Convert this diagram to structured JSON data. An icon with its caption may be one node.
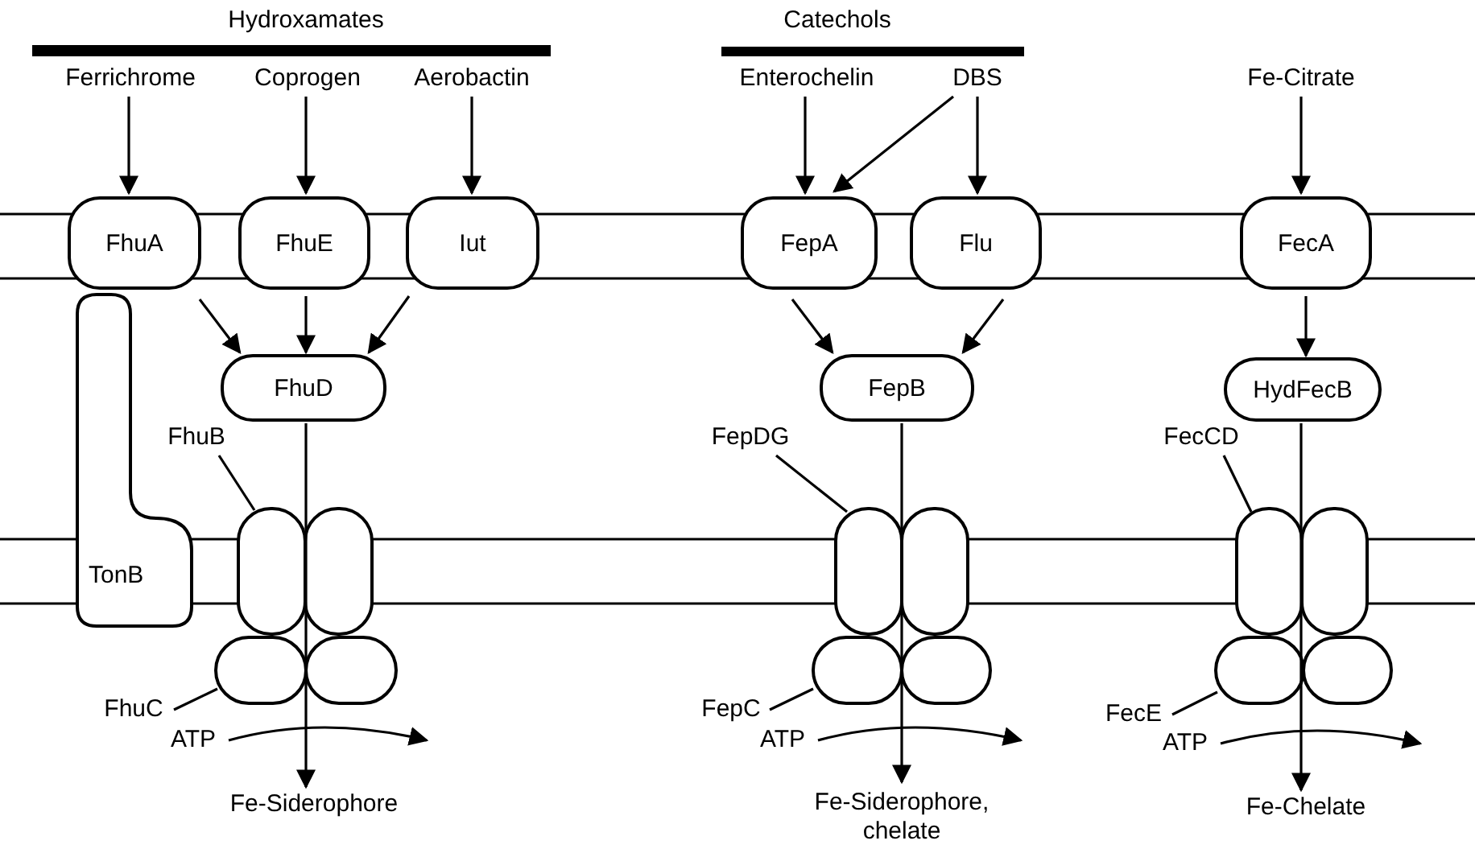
{
  "diagram": {
    "nodes": [
      {
        "text": [
          "Ferrichrome"
        ]
      },
      {
        "text": [
          "Coprogen"
        ]
      },
      {
        "text": [
          "Aerobactin"
        ]
      },
      {
        "text": [
          "Enterochelin"
        ]
      },
      {
        "text": [
          "DBS"
        ]
      },
      {
        "text": [
          "Fe-Citrate"
        ]
      },
      {
        "text": [
          "FhuA"
        ]
      },
      {
        "text": [
          "FhuE"
        ]
      },
      {
        "text": [
          "Iut"
        ]
      },
      {
        "text": [
          "FepA"
        ]
      },
      {
        "text": [
          "Flu"
        ]
      },
      {
        "text": [
          "FecA"
        ]
      },
      {
        "text": [
          "FhuD"
        ]
      },
      {
        "text": [
          "FepB"
        ]
      },
      {
        "text": [
          "HydFecB"
        ]
      },
      {
        "text": [
          "TonB"
        ]
      },
      {
        "text": [
          "FhuB"
        ]
      },
      {
        "text": [],
        "shape": "oval"
      },
      {
        "text": [
          "FhuC"
        ]
      },
      {
        "text": [],
        "shape": "oval"
      },
      {
        "text": [
          "ATP"
        ]
      },
      {
        "text": [
          "Fe-Siderophore"
        ]
      },
      {
        "text": [
          "FepDG"
        ]
      },
      {
        "text": [],
        "shape": "oval"
      },
      {
        "text": [
          "FepC"
        ]
      },
      {
        "text": [],
        "shape": "oval"
      },
      {
        "text": [
          "ATP"
        ]
      },
      {
        "text": [
          "Fe-Siderophore, chelate"
        ]
      },
      {
        "text": [
          "FecCD"
        ]
      },
      {
        "text": [],
        "shape": "oval"
      },
      {
        "text": [
          "FecE"
        ]
      },
      {
        "text": [],
        "shape": "oval"
      },
      {
        "text": [
          "ATP"
        ]
      },
      {
        "text": [
          "Fe-Chelate"
        ]
      }
    ],
    "edges": [
      {
        "from": 0,
        "to": 6,
        "arrow": "to"
      },
      {
        "from": 1,
        "to": 7,
        "arrow": "to"
      },
      {
        "from": 2,
        "to": 8,
        "arrow": "to"
      },
      {
        "from": 3,
        "to": 9,
        "arrow": "to"
      },
      {
        "from": 4,
        "to": 9,
        "arrow": "to"
      },
      {
        "from": 4,
        "to": 10,
        "arrow": "to"
      },
      {
        "from": 5,
        "to": 11,
        "arrow": "to"
      },
      {
        "from": 6,
        "to": 12,
        "arrow": "to"
      },
      {
        "from": 7,
        "to": 12,
        "arrow": "to"
      },
      {
        "from": 8,
        "to": 12,
        "arrow": "to"
      },
      {
        "from": 9,
        "to": 13,
        "arrow": "to"
      },
      {
        "from": 10,
        "to": 13,
        "arrow": "to"
      },
      {
        "from": 11,
        "to": 14,
        "arrow": "to"
      },
      {
        "from": 12,
        "to": 21,
        "arrow": "to"
      },
      {
        "from": 13,
        "to": 27,
        "arrow": "to"
      },
      {
        "from": 14,
        "to": 33,
        "arrow": "to"
      },
      {
        "from": 16,
        "to": 17,
        "arrow": "none"
      },
      {
        "from": 18,
        "to": 19,
        "arrow": "none"
      },
      {
        "from": 20,
        "to": null,
        "arrow": "to"
      },
      {
        "from": 22,
        "to": 23,
        "arrow": "none"
      },
      {
        "from": 24,
        "to": 25,
        "arrow": "none"
      },
      {
        "from": 26,
        "to": null,
        "arrow": "to"
      },
      {
        "from": 28,
        "to": 29,
        "arrow": "none"
      },
      {
        "from": 30,
        "to": 31,
        "arrow": "none"
      },
      {
        "from": 32,
        "to": null,
        "arrow": "to"
      }
    ],
    "labels": [
      "Hydroxamates",
      "Catechols"
    ]
  }
}
